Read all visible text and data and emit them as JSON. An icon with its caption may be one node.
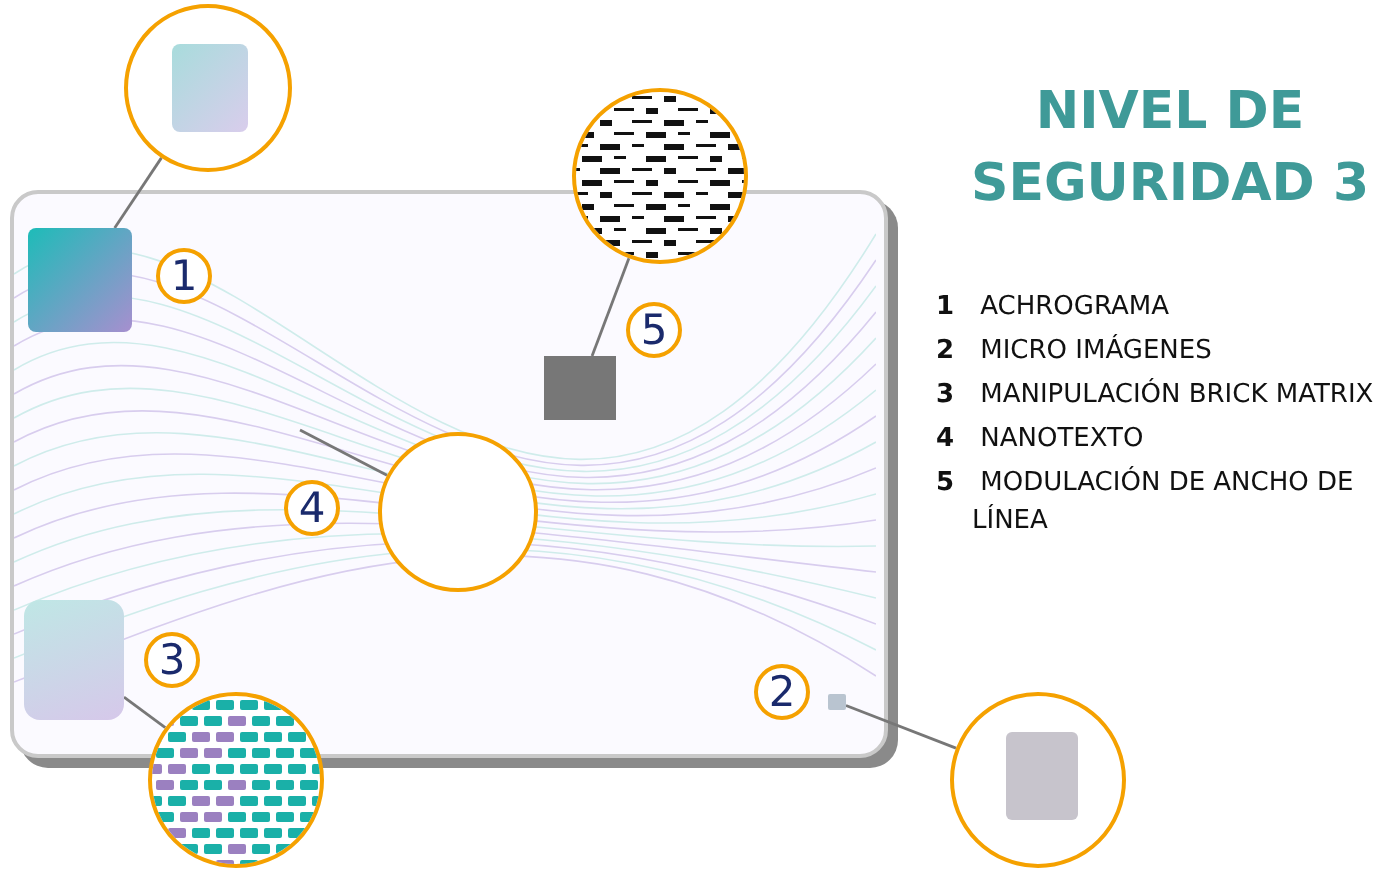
{
  "diagram": {
    "title": "NIVEL DE SEGURIDAD 3",
    "nodes": [
      {
        "text": [],
        "shape": "box"
      },
      {
        "text": [],
        "shape": "box",
        "in": 0
      },
      {
        "text": [],
        "shape": "circle"
      },
      {
        "text": [
          "1"
        ],
        "in": 0
      },
      {
        "text": [],
        "shape": "box",
        "in": 0
      },
      {
        "text": [],
        "shape": "circle"
      },
      {
        "text": [
          "5"
        ],
        "in": 0
      },
      {
        "text": [],
        "shape": "circle",
        "in": 0
      },
      {
        "text": [
          "4"
        ],
        "in": 0
      },
      {
        "text": [],
        "shape": "box",
        "in": 0
      },
      {
        "text": [],
        "shape": "circle"
      },
      {
        "text": [
          "3"
        ],
        "in": 0
      },
      {
        "text": [
          "2"
        ],
        "in": 0
      },
      {
        "text": [],
        "shape": "box",
        "in": 0
      },
      {
        "text": [],
        "shape": "circle"
      }
    ],
    "edges": [
      {
        "from": 1,
        "to": 2,
        "arrow": "none"
      },
      {
        "from": 4,
        "to": 5,
        "arrow": "none"
      },
      {
        "from": 7,
        "to": null,
        "arrow": "none"
      },
      {
        "from": 9,
        "to": 10,
        "arrow": "none"
      },
      {
        "from": 13,
        "to": 14,
        "arrow": "none"
      }
    ],
    "labels": [
      "**1** ACHROGRAMA",
      "**2** MICRO IMÁGENES",
      "**3** MANIPULACIÓN BRICK MATRIX",
      "**4** NANOTEXTO",
      "**5** MODULACIÓN DE ANCHO DE LÍNEA"
    ]
  }
}
